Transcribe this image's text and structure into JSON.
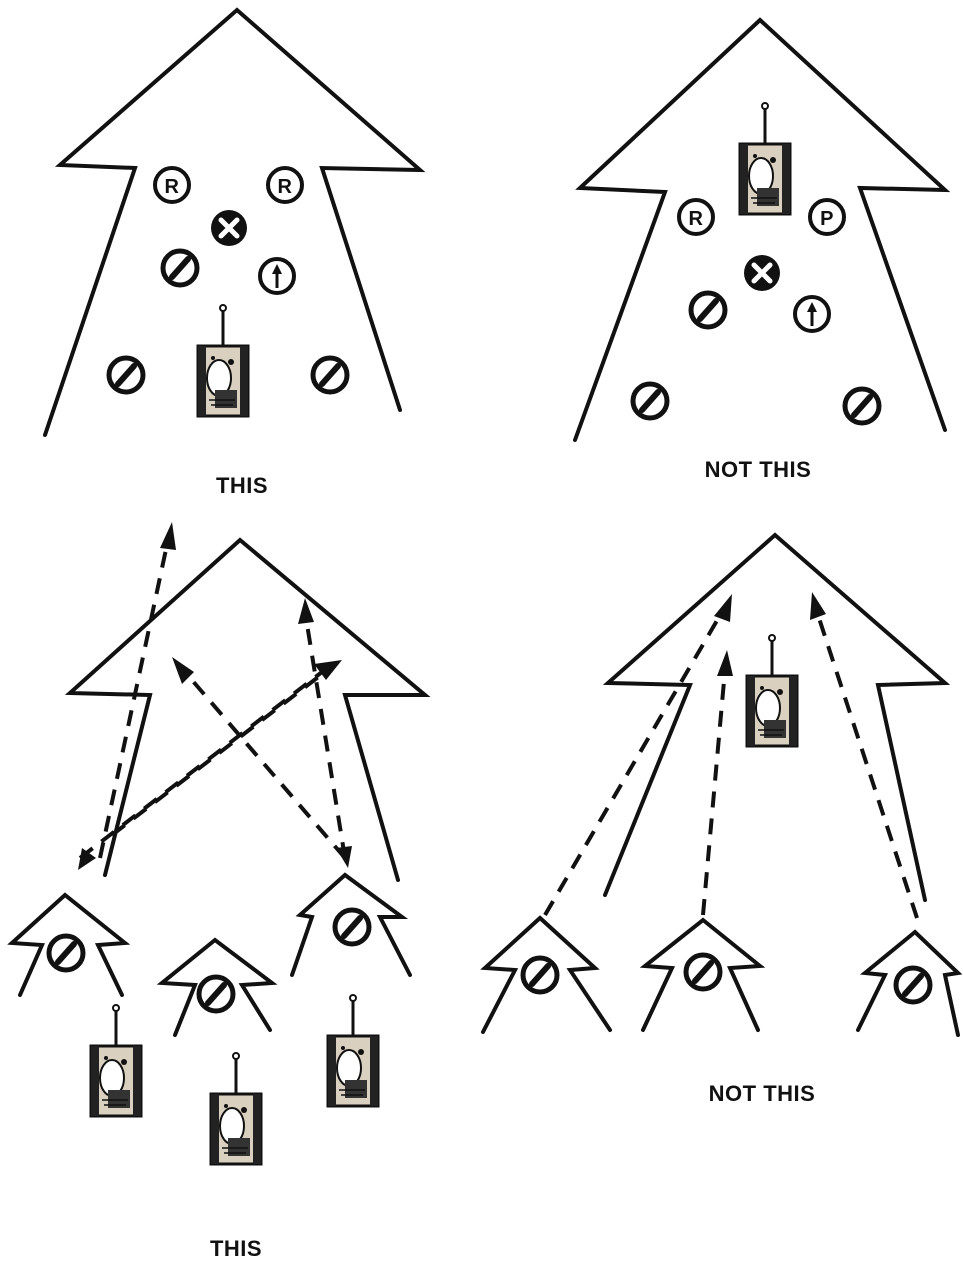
{
  "captions": {
    "top_left": "THIS",
    "top_right": "NOT THIS",
    "bottom_left": "THIS",
    "bottom_right": "NOT THIS"
  },
  "symbols": {
    "r_letter": "R",
    "p_letter": "P"
  },
  "colors": {
    "ink": "#111111",
    "background": "#ffffff",
    "tank_fill": "#d9d0c0"
  },
  "icons": {
    "tank": "tank-icon",
    "slashed_circle": "slashed-circle-icon",
    "x_circle": "x-circle-icon",
    "arrow_circle": "up-arrow-circle-icon"
  }
}
